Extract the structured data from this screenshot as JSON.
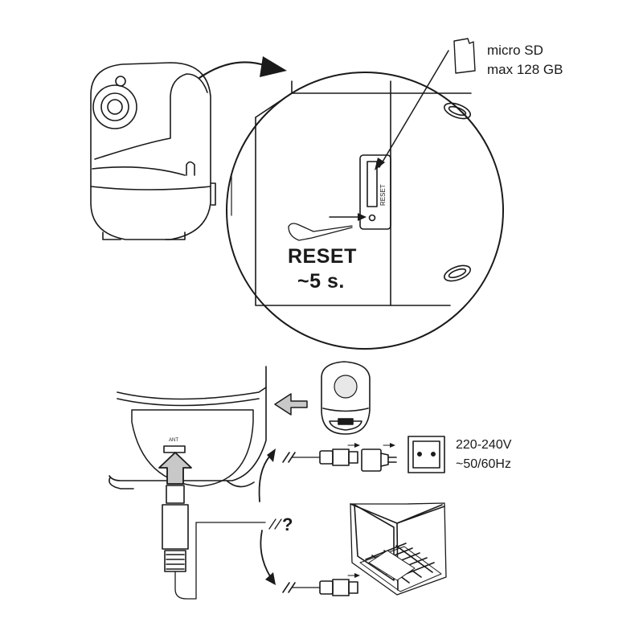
{
  "sd_card": {
    "line1": "micro SD",
    "line2": "max 128 GB"
  },
  "reset": {
    "slot_label": "RESET",
    "title": "RESET",
    "duration": "~5 s."
  },
  "power": {
    "voltage": "220-240V",
    "frequency": "~50/60Hz"
  },
  "connector": {
    "port_label": "ANT"
  },
  "choice_marker": "?",
  "colors": {
    "line": "#1a1a1a",
    "arrow_fill": "#c8c8c8",
    "paper": "#ffffff",
    "led": "#e8e8e8"
  }
}
